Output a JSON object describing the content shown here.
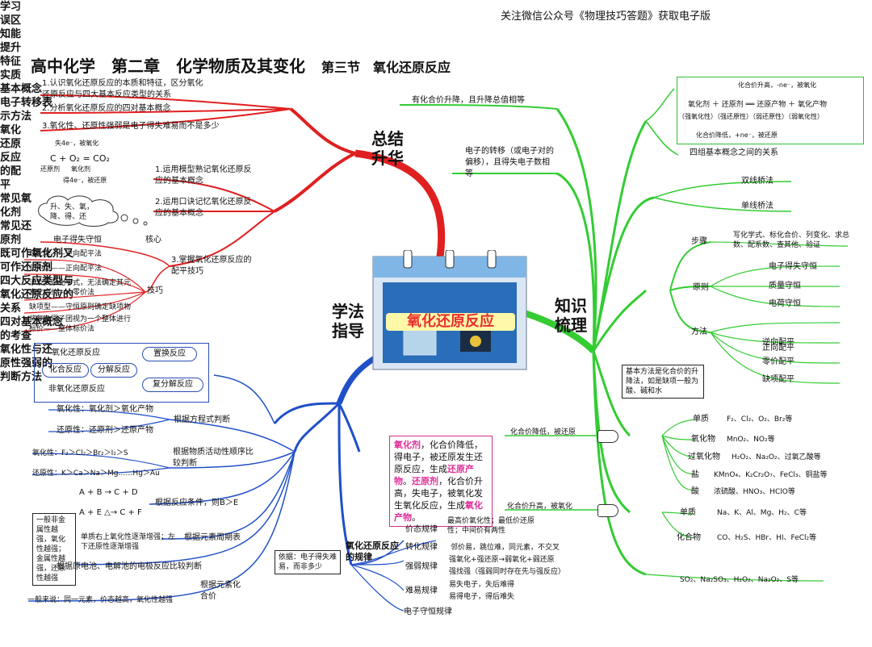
{
  "header": {
    "notice": "关注微信公众号《物理技巧答题》获取电子版",
    "title": "高中化学　第二章　化学物质及其变化",
    "section": "第三节　氧化还原反应"
  },
  "hubs": {
    "summary": "总结升华",
    "knowledge": "知识梳理",
    "method": "学法指导"
  },
  "center": {
    "label": "氧化还原反应"
  },
  "summary": {
    "study_mistakes": {
      "title": "学习误区",
      "items": [
        "1.认识氧化还原反应的本质和特征，区分氧化还原反应与四大基本反应类型的关系",
        "2.分析氧化还原反应的四对基本概念",
        "3.氧化性、还原性强弱是电子得失难易而不是多少"
      ]
    },
    "ability": {
      "title": "知能提升",
      "items": [
        "1.运用模型熟记氧化还原反应的基本概念",
        "2.运用口诀记忆氧化还原反应的基本概念",
        "3.掌握氧化还原反应的配平技巧"
      ],
      "cloud": "升、失、氧，降、得、还",
      "model": {
        "top": "失4e⁻，被氧化",
        "eq": "C + O₂ = CO₂",
        "left": "还原剂",
        "mid": "氧化剂",
        "bottom": "得4e⁻，被还原"
      },
      "core_label": "核心",
      "core": "电子得失守恒",
      "tips_label": "技巧",
      "tips": [
        "歧化型——逆向配平法",
        "归中型——正向配平法",
        "涉及复杂化学式，无法确定其元素化合价——零价法",
        "缺项型——守恒原则确定缺项物",
        "将复杂原子团视为一个整体进行标价——整体标价法"
      ]
    }
  },
  "knowledge": {
    "feature": {
      "title": "特征",
      "text": "有化合价升降，且升降总值相等"
    },
    "essence": {
      "title": "实质",
      "text": "电子的转移（或电子对的偏移），且得失电子数相等"
    },
    "basic": {
      "title": "基本概念",
      "top": "化合价升高，-ne⁻，被氧化",
      "row1": "氧化剂 ＋ 还原剂 ══ 还原产物 ＋ 氧化产物",
      "row2": "（强氧化性）（强还原性）（弱还原性）（弱氧化性）",
      "bottom": "化合价降低，+ne⁻，被还原",
      "pairs": "四组基本概念之间的关系"
    },
    "transfer": {
      "title": "电子转移表示方法",
      "items": [
        "双线桥法",
        "单线桥法"
      ]
    },
    "balance": {
      "title": "氧化还原反应的配平",
      "steps_label": "步骤",
      "steps": "写化学式、标化合价、列变化、求总数、配系数、查其他、验证",
      "principle_label": "原则",
      "principles": [
        "电子得失守恒",
        "质量守恒",
        "电荷守恒"
      ],
      "method_label": "方法",
      "methods": [
        "正向配平",
        "逆向配平",
        "零价配平",
        "缺项配平"
      ],
      "note": "基本方法是化合价的升降法，如是缺项一般为酸、碱和水"
    },
    "oxidizers": {
      "title": "常见氧化剂",
      "arrow": "化合价降低，被还原",
      "rows": [
        {
          "k": "单质",
          "v": "F₂、Cl₂、O₂、Br₂等"
        },
        {
          "k": "氧化物",
          "v": "MnO₂、NO₂等"
        },
        {
          "k": "过氧化物",
          "v": "H₂O₂、Na₂O₂、过氧乙酸等"
        },
        {
          "k": "盐",
          "v": "KMnO₄、K₂Cr₂O₇、FeCl₃、铜盐等"
        },
        {
          "k": "酸",
          "v": "浓硫酸、HNO₃、HClO等"
        }
      ]
    },
    "reducers": {
      "title": "常见还原剂",
      "arrow": "化合价升高，被氧化",
      "rows": [
        {
          "k": "单质",
          "v": "Na、K、Al、Mg、H₂、C等"
        },
        {
          "k": "化合物",
          "v": "CO、H₂S、HBr、HI、FeCl₂等"
        }
      ]
    },
    "both": {
      "title": "既可作氧化剂又可作还原剂",
      "text": "SO₂、Na₂SO₃、H₂O₂、Na₂O₂、S等"
    }
  },
  "method": {
    "four_types": {
      "title": "四大反应类型与氧化还原反应的关系",
      "redox": "氧化还原反应",
      "combination": "化合反应",
      "decomposition": "分解反应",
      "non_redox": "非氧化还原反应",
      "displacement": "置换反应",
      "double": "复分解反应"
    },
    "four_pairs": {
      "title": "四对基本概念的考查",
      "box": [
        {
          "t": "氧化剂",
          "h": true
        },
        {
          "t": "，化合价降低，得电子，被还原发生还原反应，生成",
          "h": false
        },
        {
          "t": "还原产物",
          "h": true
        },
        {
          "t": "。",
          "h": false
        },
        {
          "t": "还原剂",
          "h": true
        },
        {
          "t": "，化合价升高，失电子，被氧化发生氧化反应，生成",
          "h": false
        },
        {
          "t": "氧化产物",
          "h": true
        },
        {
          "t": "。",
          "h": false
        }
      ]
    },
    "strength": {
      "title": "氧化性与还原性强弱的判断方法",
      "eq_label": "根据方程式判断",
      "eq1": "氧化性：氧化剂＞氧化产物",
      "eq2": "还原性：还原剂＞还原产物",
      "activity_label": "根据物质活动性顺序比较判断",
      "act1": "氧化性：F₂＞Cl₂＞Br₂＞I₂＞S",
      "act2": "还原性：K＞Ca＞Na＞Mg……Hg＞Au",
      "cond_label": "根据反应条件，则B＞E",
      "cond1": "A + B → C + D",
      "cond2": "A + E △→ C + F",
      "period_label": "根据元素周期表",
      "period_text": "单质右上氧化性逐渐增强；左下还原性逐渐增强",
      "side_note": "一般非金属性越强，氧化性越强；金属性越强，还原性越强",
      "cell": "根据原电池、电解池的电极反应比较判断",
      "valence_label": "根据元素化合价",
      "valence_text": "一般来说：同一元素，价态越高，氧化性越强",
      "basis_note": "依据：电子得失难易，而非多少"
    },
    "laws": {
      "title": "氧化还原反应的规律",
      "rows": [
        {
          "k": "价态规律",
          "v": "最高价氧化性；最低价还原性；中间价有两性"
        },
        {
          "k": "转化规律",
          "v": "邻价易，跳位难，同元素，不交叉"
        },
        {
          "k": "强弱规律",
          "v": "强氧化+强还原→弱氧化+弱还原"
        },
        {
          "k": "",
          "v": "强找强（强弱同时存在先与强反应）"
        },
        {
          "k": "难易规律",
          "v": "易失电子，失后难得"
        },
        {
          "k": "",
          "v": "易得电子，得后难失"
        },
        {
          "k": "电子守恒规律",
          "v": ""
        }
      ]
    }
  },
  "colors": {
    "red": "#e02020",
    "green": "#33cc33",
    "blue": "#2050c8",
    "pink": "#d03090"
  }
}
